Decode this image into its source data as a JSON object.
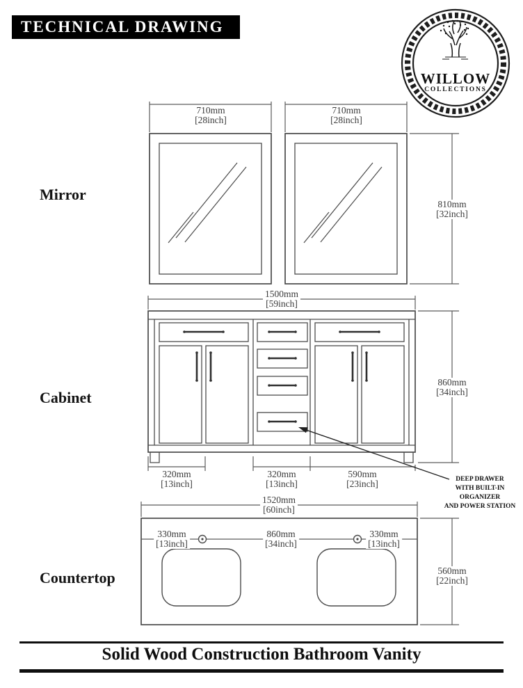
{
  "header": {
    "badge": "TECHNICAL DRAWING"
  },
  "logo": {
    "title": "WILLOW",
    "subtitle": "COLLECTIONS"
  },
  "labels": {
    "mirror": "Mirror",
    "cabinet": "Cabinet",
    "countertop": "Countertop"
  },
  "dims": {
    "mirror_width_left": {
      "mm": "710mm",
      "inch": "[28inch]"
    },
    "mirror_width_right": {
      "mm": "710mm",
      "inch": "[28inch]"
    },
    "mirror_height": {
      "mm": "810mm",
      "inch": "[32inch]"
    },
    "cabinet_width": {
      "mm": "1500mm",
      "inch": "[59inch]"
    },
    "cabinet_height": {
      "mm": "860mm",
      "inch": "[34inch]"
    },
    "cabinet_bottom_left": {
      "mm": "320mm",
      "inch": "[13inch]"
    },
    "cabinet_bottom_center": {
      "mm": "320mm",
      "inch": "[13inch]"
    },
    "cabinet_bottom_right": {
      "mm": "590mm",
      "inch": "[23inch]"
    },
    "countertop_width": {
      "mm": "1520mm",
      "inch": "[60inch]"
    },
    "countertop_left_offset": {
      "mm": "330mm",
      "inch": "[13inch]"
    },
    "countertop_faucet_span": {
      "mm": "860mm",
      "inch": "[34inch]"
    },
    "countertop_right_offset": {
      "mm": "330mm",
      "inch": "[13inch]"
    },
    "countertop_depth": {
      "mm": "560mm",
      "inch": "[22inch]"
    }
  },
  "callout": {
    "line1": "DEEP DRAWER",
    "line2": "WITH BUILT-IN",
    "line3": "ORGANIZER",
    "line4": "AND POWER STATION"
  },
  "footer": {
    "title": "Solid Wood Construction Bathroom Vanity"
  },
  "colors": {
    "line": "#4a4a4a",
    "dim_line": "#5a5a5a",
    "ink": "#101010"
  }
}
